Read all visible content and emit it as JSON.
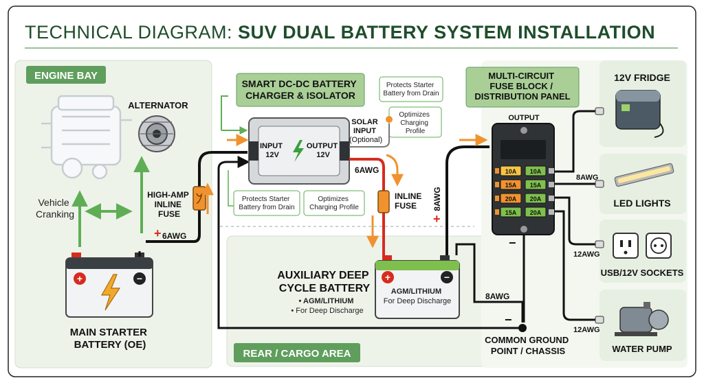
{
  "title": {
    "prefix": "TECHNICAL DIAGRAM: ",
    "main": "SUV DUAL BATTERY SYSTEM INSTALLATION"
  },
  "zones": {
    "engine_bay": "ENGINE BAY",
    "rear_cargo": "REAR / CARGO AREA"
  },
  "engine": {
    "alternator": "ALTERNATOR",
    "vehicle_cranking": [
      "Vehicle",
      "Cranking"
    ],
    "high_amp_fuse": [
      "HIGH-AMP",
      "INLINE",
      "FUSE"
    ],
    "wire_6awg": "6AWG",
    "main_battery": [
      "MAIN STARTER",
      "BATTERY (OE)"
    ]
  },
  "charger": {
    "header": [
      "SMART DC-DC BATTERY",
      "CHARGER & ISOLATOR"
    ],
    "input": [
      "INPUT",
      "12V"
    ],
    "output": [
      "OUTPUT",
      "12V"
    ],
    "solar": [
      "SOLAR",
      "INPUT",
      "(Optional)"
    ],
    "note_protects": [
      "Protects Starter",
      "Battery from Drain"
    ],
    "note_optimizes": [
      "Optimizes",
      "Charging",
      "Profile"
    ],
    "sub_protects": [
      "Protects Starter",
      "Battery from Drain"
    ],
    "sub_optimizes": [
      "Optimizes",
      "Charging Profile"
    ],
    "wire_6awg": "6AWG",
    "inline_fuse": [
      "INLINE",
      "FUSE"
    ]
  },
  "aux": {
    "title": [
      "AUXILIARY DEEP",
      "CYCLE BATTERY"
    ],
    "bullets": [
      "• AGM/LITHIUM",
      "• For Deep Discharge"
    ],
    "battery_text": [
      "AGM/LITHIUM",
      "For Deep Discharge"
    ],
    "wire_8awg_vertical": "8AWG",
    "wire_8awg": "8AWG"
  },
  "fuse_block": {
    "header": [
      "MULTI-CIRCUIT",
      "FUSE BLOCK /",
      "DISTRIBUTION PANEL"
    ],
    "output": "OUTPUT",
    "fuses_left": [
      "10A",
      "15A",
      "20A",
      "15A"
    ],
    "fuses_right": [
      "10A",
      "15A",
      "20A",
      "20A"
    ]
  },
  "ground": [
    "COMMON GROUND",
    "POINT / CHASSIS"
  ],
  "loads": {
    "fridge": "12V FRIDGE",
    "led": "LED LIGHTS",
    "sockets": "USB/12V SOCKETS",
    "pump": "WATER PUMP",
    "wire_8awg": "8AWG",
    "wire_12awg_a": "12AWG",
    "wire_12awg_b": "12AWG"
  },
  "symbols": {
    "plus": "+",
    "minus": "−"
  },
  "colors": {
    "title_green": "#1f4d2b",
    "zone_green": "#5f9e5c",
    "zone_fill": "#eef3ea",
    "header_fill": "#a9cf97",
    "arrow_orange": "#f0922e",
    "arrow_green": "#5fae55",
    "wire_red": "#d72b1f",
    "battery_green": "#7fbf4e"
  }
}
